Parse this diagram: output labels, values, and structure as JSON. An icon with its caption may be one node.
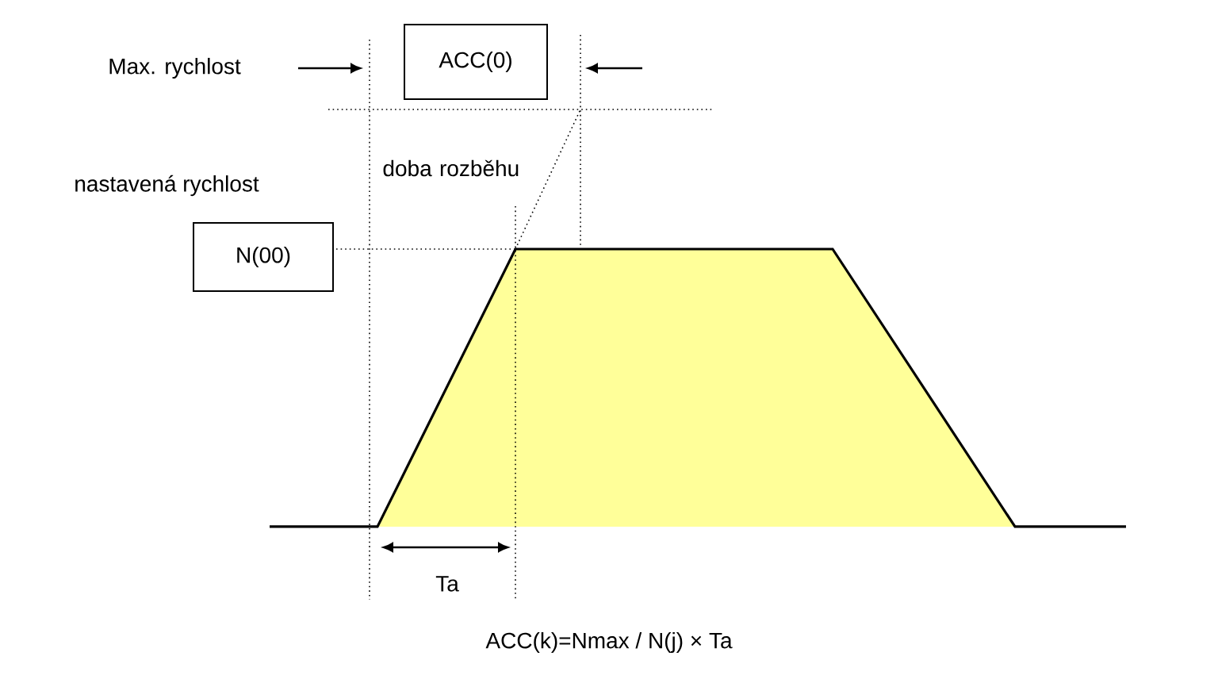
{
  "diagram": {
    "nodes": [
      {
        "text": [
          "ACC(0)"
        ]
      },
      {
        "text": [
          "N(00)"
        ]
      }
    ],
    "labels": [
      "Max. rychlost",
      "doba rozběhu",
      "nastavená rychlost",
      "Ta",
      "ACC(k)=Nmax / N(j) × Ta"
    ]
  }
}
